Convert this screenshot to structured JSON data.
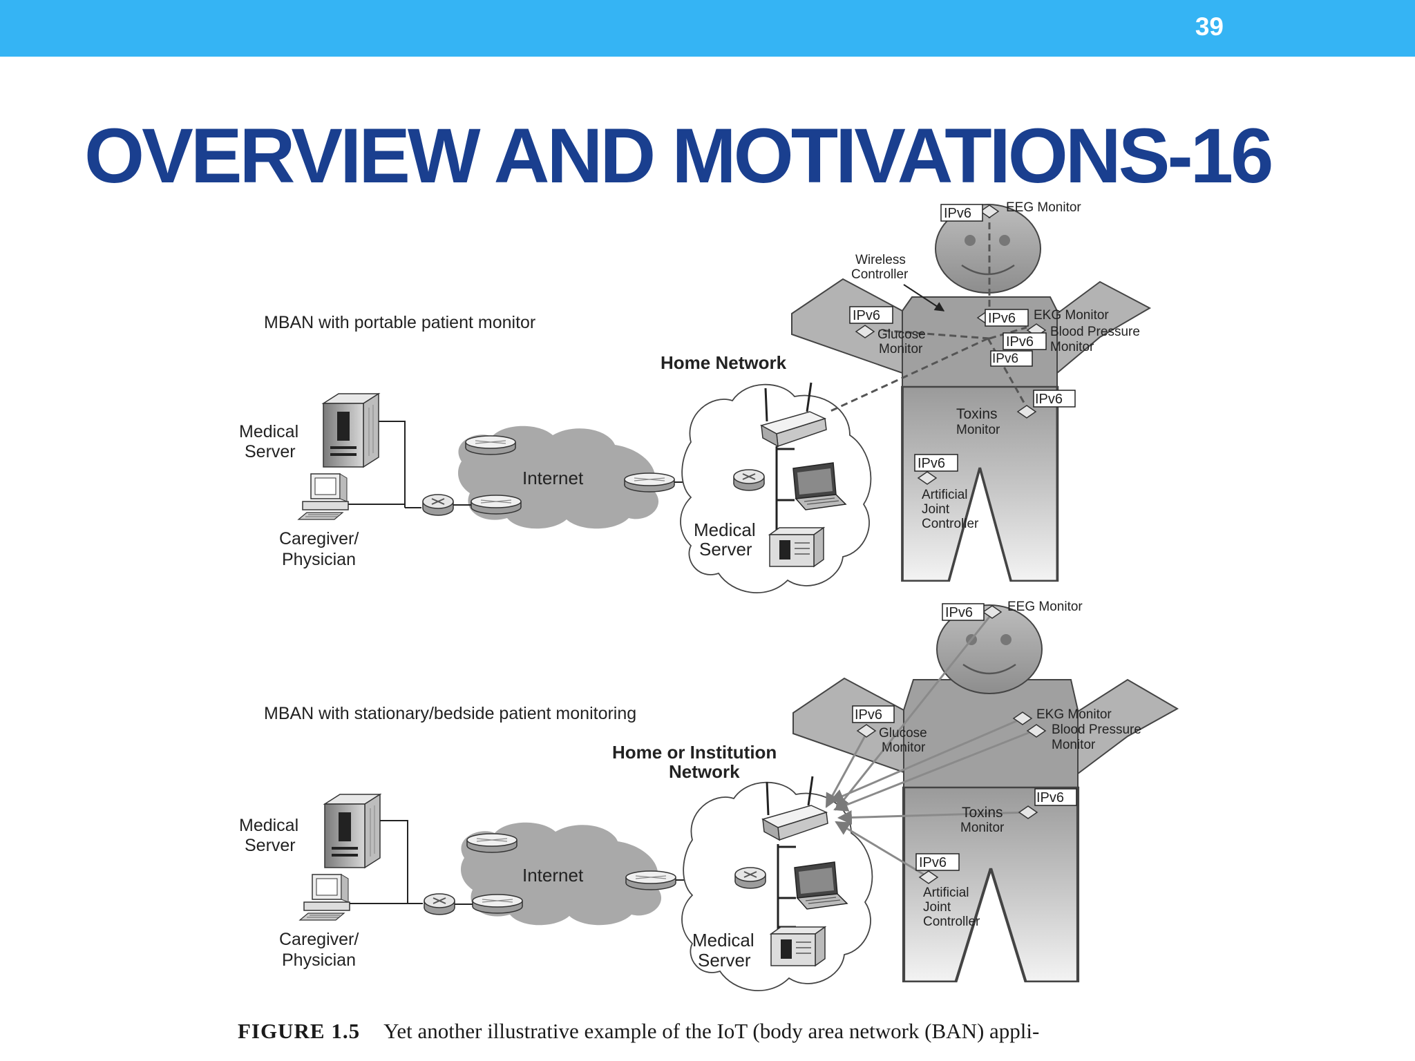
{
  "slide": {
    "number": "39",
    "title": "OVERVIEW AND MOTIVATIONS-16"
  },
  "colors": {
    "top_bar": "#35b4f4",
    "title": "#1a3f8f",
    "cloud_fill": "#a9a9a9"
  },
  "panels": [
    {
      "heading": "MBAN with portable patient monitor",
      "network_title": [
        "Home Network"
      ],
      "medical_server": [
        "Medical",
        "Server"
      ],
      "caregiver": [
        "Caregiver/",
        "Physician"
      ],
      "internet": "Internet",
      "home_server": [
        "Medical",
        "Server"
      ],
      "body": {
        "eeg": "EEG Monitor",
        "wireless_controller": [
          "Wireless",
          "Controller"
        ],
        "glucose": [
          "Glucose",
          "Monitor"
        ],
        "ekg": "EKG Monitor",
        "bp": [
          "Blood Pressure",
          "Monitor"
        ],
        "toxins": [
          "Toxins",
          "Monitor"
        ],
        "joint": [
          "Artificial",
          "Joint",
          "Controller"
        ],
        "ipv6": "IPv6"
      }
    },
    {
      "heading": "MBAN with stationary/bedside patient monitoring",
      "network_title": [
        "Home or Institution",
        "Network"
      ],
      "medical_server": [
        "Medical",
        "Server"
      ],
      "caregiver": [
        "Caregiver/",
        "Physician"
      ],
      "internet": "Internet",
      "home_server": [
        "Medical",
        "Server"
      ],
      "body": {
        "eeg": "EEG Monitor",
        "glucose": [
          "Glucose",
          "Monitor"
        ],
        "ekg": "EKG Monitor",
        "bp": [
          "Blood Pressure",
          "Monitor"
        ],
        "toxins": [
          "Toxins",
          "Monitor"
        ],
        "joint": [
          "Artificial",
          "Joint",
          "Controller"
        ],
        "ipv6": "IPv6"
      }
    }
  ],
  "caption": {
    "label": "FIGURE 1.5",
    "text": "Yet another illustrative example of the IoT (body area network (BAN) appli-"
  }
}
